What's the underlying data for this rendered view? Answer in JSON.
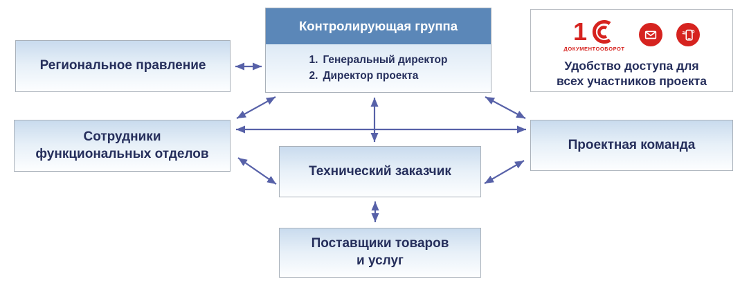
{
  "boxes": {
    "regional": {
      "label": "Региональное правление"
    },
    "employees": {
      "lines": [
        "Сотрудники",
        "функциональных отделов"
      ]
    },
    "control": {
      "title": "Контролирующая группа",
      "items": [
        {
          "num": "1.",
          "text": "Генеральный директор"
        },
        {
          "num": "2.",
          "text": "Директор проекта"
        }
      ]
    },
    "technical": {
      "label": "Технический заказчик"
    },
    "suppliers": {
      "lines": [
        "Поставщики товаров",
        "и услуг"
      ]
    },
    "team": {
      "label": "Проектная команда"
    }
  },
  "info": {
    "logo_digit": "1",
    "logo_text": "1С",
    "logo_caption": "ДОКУМЕНТООБОРОТ",
    "lines": [
      "Удобство доступа для",
      "всех участников проекта"
    ]
  },
  "colors": {
    "header_blue": "#5b87b8",
    "arrow": "#5761a8",
    "text_navy": "#262f5c",
    "brand_red": "#d6231f",
    "box_gradient_top": "#c9dbee",
    "border_gray": "#a9b1ba"
  }
}
